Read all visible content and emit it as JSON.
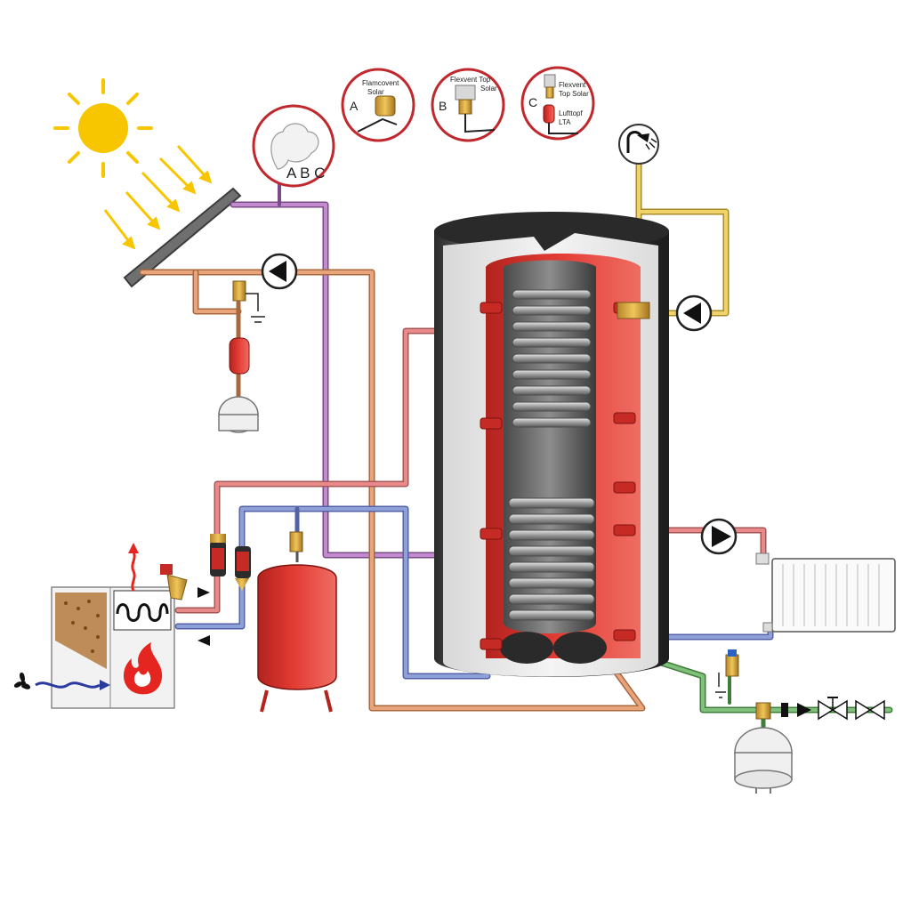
{
  "title": "",
  "air_vent_badge": {
    "label": "A B C"
  },
  "options": [
    {
      "letter": "A",
      "product": "Flamcovent\nSolar",
      "lines": [
        "Flamcovent",
        "Solar"
      ]
    },
    {
      "letter": "B",
      "product": "Flexvent Top\nSolar",
      "lines": [
        "Flexvent Top",
        "Solar"
      ]
    },
    {
      "letter": "C",
      "product": "Flexvent\nTop Solar / Lufttopf LTA",
      "lines": [
        "Flexvent",
        "Top Solar",
        "Lufttopf",
        "LTA"
      ]
    }
  ],
  "colors": {
    "hot": "#e98a8a",
    "cold": "#8f9fd8",
    "solar_return": "#e8a57c",
    "solar_vent": "#c48ad0",
    "dhw": "#f1d36b",
    "mains": "#7fc07a",
    "tank_red": "#d9362f",
    "badge_ring": "#c0282d",
    "sun": "#f7c600"
  },
  "icons": [
    "sun-icon",
    "solar-collector",
    "shower-icon",
    "pump-icon",
    "fan-icon",
    "flame-icon",
    "radiator",
    "expansion-vessel",
    "valve-icon"
  ]
}
